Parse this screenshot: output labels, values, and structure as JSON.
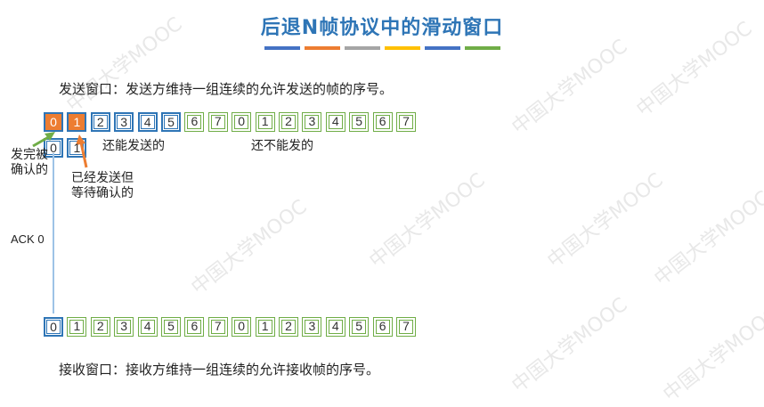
{
  "title": "后退N帧协议中的滑动窗口",
  "title_bar_colors": [
    "#4472c4",
    "#ed7d31",
    "#a5a5a5",
    "#ffc000",
    "#4472c4",
    "#70ad47"
  ],
  "send_caption": "发送窗口：发送方维持一组连续的允许发送的帧的序号。",
  "recv_caption": "接收窗口：接收方维持一组连续的允许接收帧的序号。",
  "send_row": [
    "0",
    "1",
    "2",
    "3",
    "4",
    "5",
    "6",
    "7",
    "0",
    "1",
    "2",
    "3",
    "4",
    "5",
    "6",
    "7"
  ],
  "send_row_states": [
    "sent",
    "sent",
    "window",
    "window",
    "window",
    "window",
    "out",
    "out",
    "out",
    "out",
    "out",
    "out",
    "out",
    "out",
    "out",
    "out"
  ],
  "ack_row": [
    "0",
    "1"
  ],
  "recv_row": [
    "0",
    "1",
    "2",
    "3",
    "4",
    "5",
    "6",
    "7",
    "0",
    "1",
    "2",
    "3",
    "4",
    "5",
    "6",
    "7"
  ],
  "recv_row_states": [
    "window",
    "out",
    "out",
    "out",
    "out",
    "out",
    "out",
    "out",
    "out",
    "out",
    "out",
    "out",
    "out",
    "out",
    "out",
    "out"
  ],
  "labels": {
    "sent_confirmed": "发完被\n确认的",
    "sent_waiting": "已经发送但\n等待确认的",
    "can_send": "还能发送的",
    "cannot_send": "还不能发的"
  },
  "ack_label": "ACK 0",
  "arrow_colors": {
    "green": "#70ad47",
    "orange": "#ed7d31"
  },
  "watermark_text": "中国大学MOOC"
}
